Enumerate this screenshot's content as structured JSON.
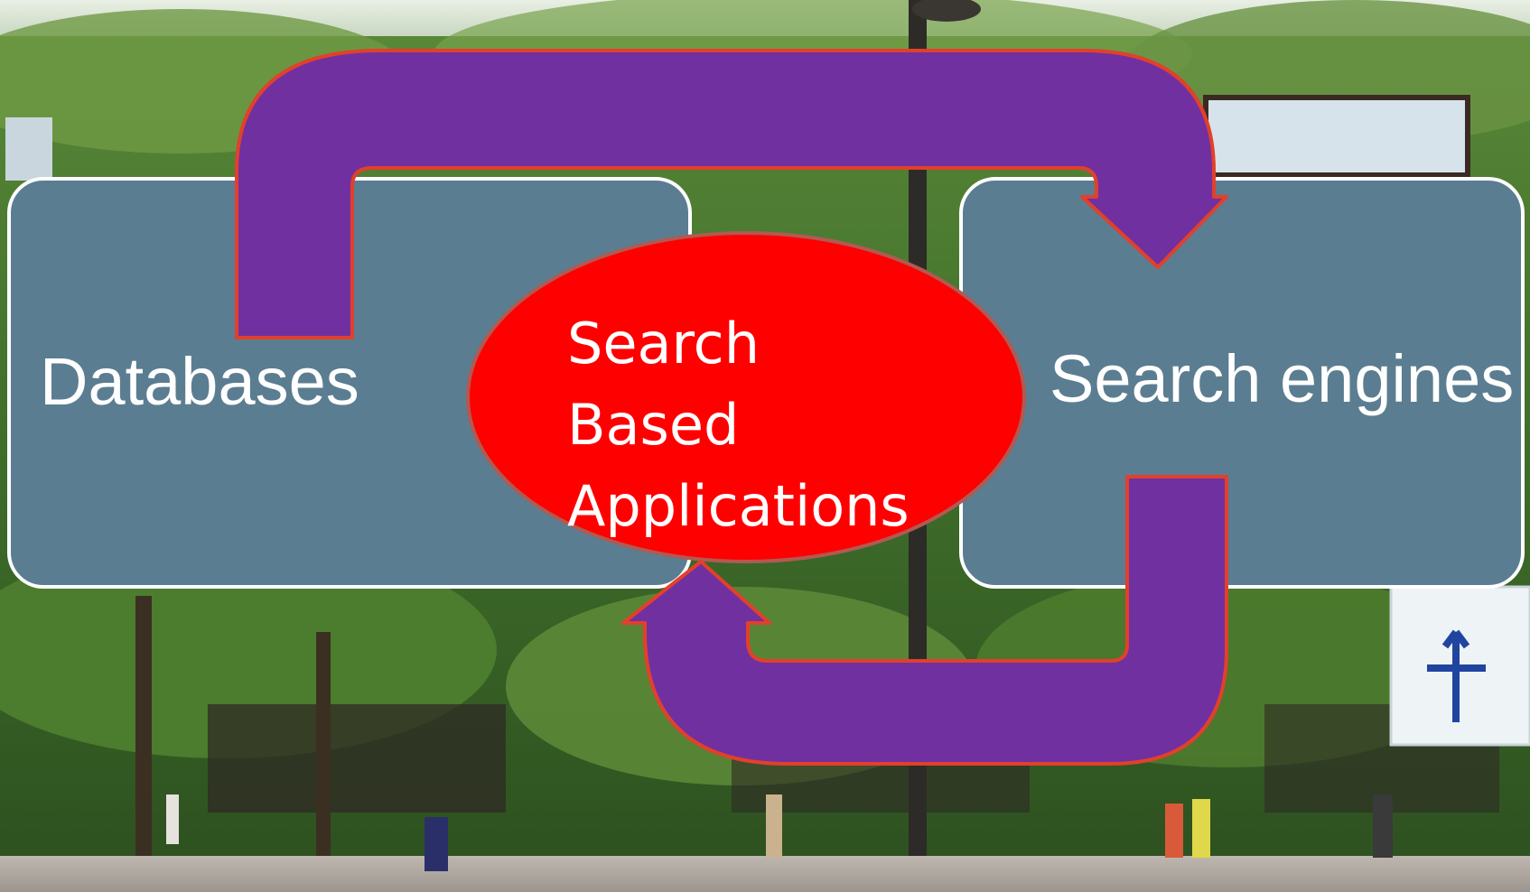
{
  "diagram": {
    "nodes": {
      "databases": {
        "label": "Databases"
      },
      "search_engines": {
        "label": "Search engines"
      },
      "hub": {
        "lines": [
          "Search",
          "Based",
          "Applications"
        ]
      }
    },
    "edges": [
      {
        "from": "databases",
        "to": "search_engines",
        "style": "arrow"
      },
      {
        "from": "search_engines",
        "to": "hub",
        "style": "arrow"
      }
    ],
    "colors": {
      "box": "#5b7d91",
      "box_border": "#ffffff",
      "arrow": "#7030a0",
      "arrow_outline": "#e2402b",
      "hub": "#ff0000",
      "text": "#ffffff"
    }
  },
  "background": {
    "description_visible": false
  }
}
